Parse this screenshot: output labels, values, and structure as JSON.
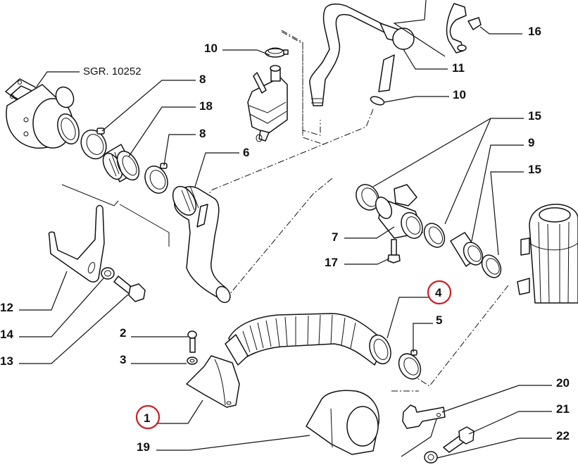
{
  "diagram": {
    "title": "Intake air duct assembly - exploded parts view",
    "reference_label": "SGR. 10252",
    "highlight_color": "#cc1f26",
    "line_color": "#111111",
    "callouts": [
      {
        "id": "c10a",
        "number": "10",
        "part": "hose-clamp-small",
        "highlighted": false
      },
      {
        "id": "c8a",
        "number": "8",
        "part": "hose-clamp",
        "highlighted": false
      },
      {
        "id": "c18",
        "number": "18",
        "part": "turbo-outlet-sleeve",
        "highlighted": false
      },
      {
        "id": "c8b",
        "number": "8",
        "part": "hose-clamp",
        "highlighted": false
      },
      {
        "id": "c6",
        "number": "6",
        "part": "breather-hose",
        "highlighted": false
      },
      {
        "id": "c11",
        "number": "11",
        "part": "breather-pipe",
        "highlighted": false
      },
      {
        "id": "c10b",
        "number": "10",
        "part": "hose-clamp-small",
        "highlighted": false
      },
      {
        "id": "c16",
        "number": "16",
        "part": "pipe-clip",
        "highlighted": false
      },
      {
        "id": "c15a",
        "number": "15",
        "part": "hose-clamp",
        "highlighted": false
      },
      {
        "id": "c9",
        "number": "9",
        "part": "connector-sleeve",
        "highlighted": false
      },
      {
        "id": "c15b",
        "number": "15",
        "part": "hose-clamp",
        "highlighted": false
      },
      {
        "id": "c7",
        "number": "7",
        "part": "air-flow-meter",
        "highlighted": false
      },
      {
        "id": "c17",
        "number": "17",
        "part": "screw",
        "highlighted": false
      },
      {
        "id": "c4",
        "number": "4",
        "part": "intake-duct-hose",
        "highlighted": true
      },
      {
        "id": "c5",
        "number": "5",
        "part": "hose-clamp",
        "highlighted": false
      },
      {
        "id": "c12",
        "number": "12",
        "part": "bracket",
        "highlighted": false
      },
      {
        "id": "c14",
        "number": "14",
        "part": "washer",
        "highlighted": false
      },
      {
        "id": "c13",
        "number": "13",
        "part": "bolt",
        "highlighted": false
      },
      {
        "id": "c2",
        "number": "2",
        "part": "bolt",
        "highlighted": false
      },
      {
        "id": "c3",
        "number": "3",
        "part": "washer",
        "highlighted": false
      },
      {
        "id": "c1",
        "number": "1",
        "part": "intake-elbow",
        "highlighted": true
      },
      {
        "id": "c19",
        "number": "19",
        "part": "resonator",
        "highlighted": false
      },
      {
        "id": "c20",
        "number": "20",
        "part": "support-bracket",
        "highlighted": false
      },
      {
        "id": "c21",
        "number": "21",
        "part": "bolt",
        "highlighted": false
      },
      {
        "id": "c22",
        "number": "22",
        "part": "washer",
        "highlighted": false
      }
    ]
  }
}
